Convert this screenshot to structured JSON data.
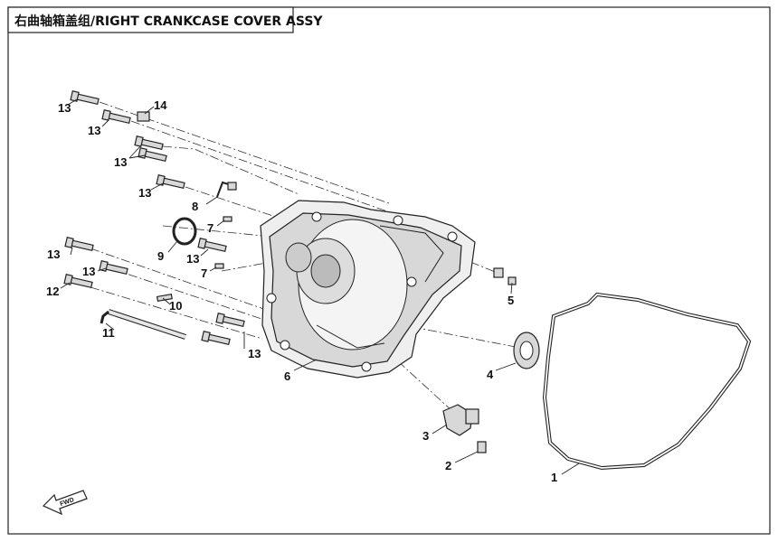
{
  "title": "右曲轴箱盖组/RIGHT CRANKCASE COVER ASSY",
  "fwd_label": "FWD",
  "callouts": [
    "13",
    "14",
    "13",
    "13",
    "13",
    "8",
    "7",
    "9",
    "13",
    "13",
    "7",
    "13",
    "12",
    "10",
    "11",
    "13",
    "6",
    "5",
    "4",
    "3",
    "2",
    "1"
  ]
}
